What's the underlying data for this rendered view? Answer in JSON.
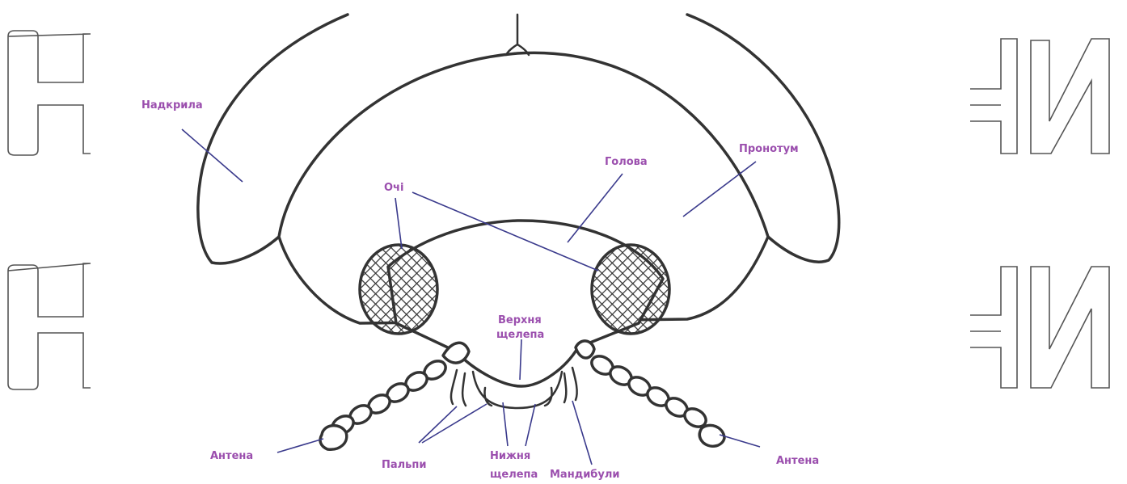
{
  "labels": {
    "elytra": "Надкрила",
    "head": "Голова",
    "pronotum": "Пронотум",
    "eyes": "Очі",
    "maxilla_line1": "Верхня",
    "maxilla_line2": "щелепа",
    "antenna_left": "Антена",
    "antenna_right": "Антена",
    "palps": "Пальпи",
    "labium_line1": "Нижня",
    "labium_line2": "щелепа",
    "mandibles": "Мандибули"
  },
  "colors": {
    "label": "#9b4fae",
    "leader": "#3a3a8c",
    "outline": "#333333"
  }
}
